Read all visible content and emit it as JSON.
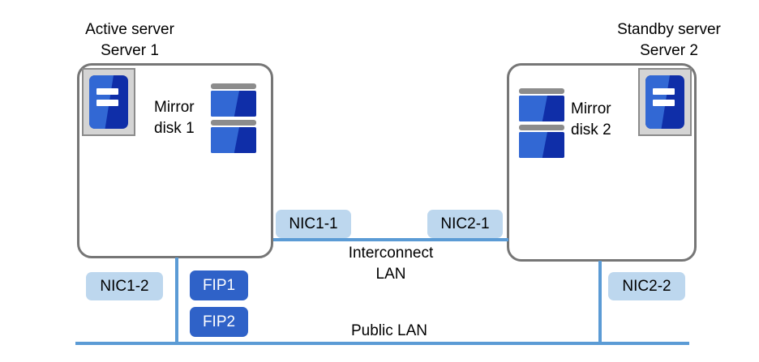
{
  "diagram": {
    "title_left_line1": "Active server",
    "title_left_line2": "Server 1",
    "title_right_line1": "Standby server",
    "title_right_line2": "Server 2",
    "disk_left_line1": "Mirror",
    "disk_left_line2": "disk 1",
    "disk_right_line1": "Mirror",
    "disk_right_line2": "disk 2",
    "interconnect_line1": "Interconnect",
    "interconnect_line2": "LAN",
    "public_lan": "Public  LAN",
    "nics": {
      "nic1_1": "NIC1-1",
      "nic2_1": "NIC2-1",
      "nic1_2": "NIC1-2",
      "nic2_2": "NIC2-2"
    },
    "fips": {
      "fip1": "FIP1",
      "fip2": "FIP2"
    },
    "colors": {
      "chassis_border": "#767676",
      "nic_fill": "#bdd7ee",
      "fip_fill": "#2f62c8",
      "network_line": "#5b9bd5",
      "icon_blue_dark": "#0f2ea8",
      "icon_blue_light": "#3268d4",
      "icon_frame": "#d4d4d4",
      "disk_cap": "#8c8c8c"
    }
  }
}
